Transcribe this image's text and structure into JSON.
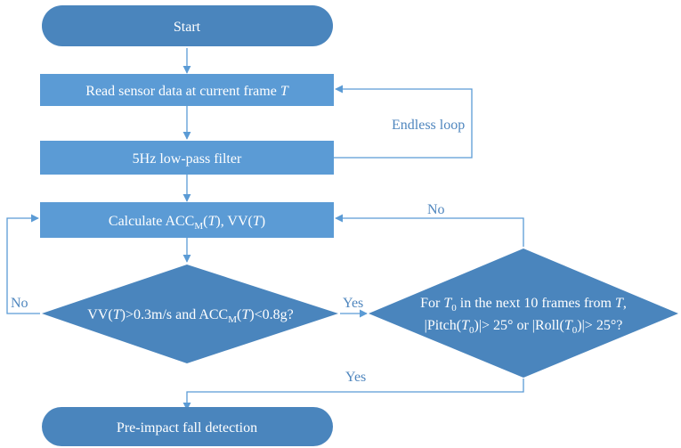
{
  "nodes": {
    "start": {
      "label": "Start"
    },
    "read": {
      "label_prefix": "Read sensor data at current frame ",
      "label_var": "T"
    },
    "filter": {
      "label": "5Hz low-pass filter"
    },
    "calc": {
      "p1": "Calculate ACC",
      "p1_sub": "M",
      "p2": "(",
      "p2_var": "T",
      "p3": "), VV(",
      "p3_var": "T",
      "p4": ")"
    },
    "decision1": {
      "p1": "VV(",
      "p1_var": "T",
      "p2": ")>0.3m/s and ACC",
      "p2_sub": "M",
      "p3": "(",
      "p3_var": "T",
      "p4": ")<0.8g?"
    },
    "decision2": {
      "line1_a": "For ",
      "line1_var": "T",
      "line1_sub": "0",
      "line1_b": " in the next 10 frames from ",
      "line1_var2": "T",
      "line1_c": ",",
      "line2_a": "|Pitch(",
      "line2_var": "T",
      "line2_sub": "0",
      "line2_b": ")|> 25° or |Roll(",
      "line2_var2": "T",
      "line2_sub2": "0",
      "line2_c": ")|> 25°?"
    },
    "end": {
      "label": "Pre-impact fall detection"
    }
  },
  "edges": {
    "loop_label": "Endless loop",
    "d1_no": "No",
    "d1_yes": "Yes",
    "d2_no": "No",
    "d2_yes": "Yes"
  },
  "colors": {
    "shape": "#5b9bd5",
    "shape_dark": "#4a85bd",
    "text_label": "#4f86be"
  }
}
